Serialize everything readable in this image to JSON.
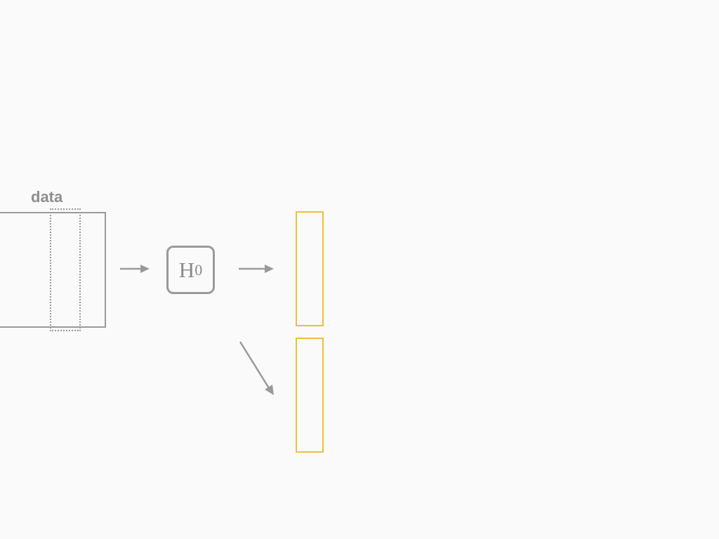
{
  "diagram": {
    "data_label": "data",
    "h0": {
      "letter": "H",
      "subscript": "0"
    },
    "colors": {
      "gray": "#9a9a9a",
      "yellow": "#eebe3f",
      "background": "#fafafa"
    }
  }
}
